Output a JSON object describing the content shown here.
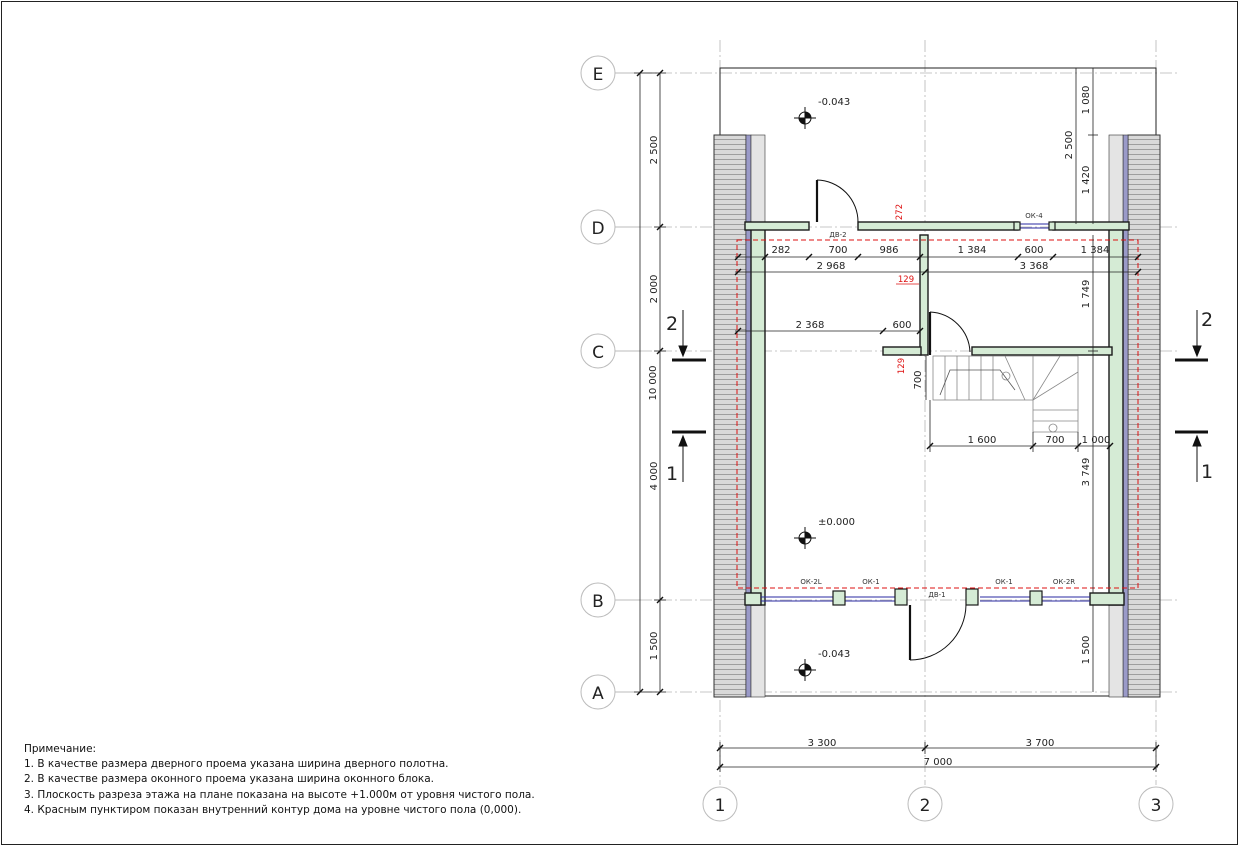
{
  "grid": {
    "rows": [
      "E",
      "D",
      "C",
      "B",
      "A"
    ],
    "columns": [
      "1",
      "2",
      "3"
    ]
  },
  "levels": {
    "top": "-0.043",
    "middle": "±0.000",
    "bottom": "-0.043"
  },
  "sections": {
    "left_top": "2",
    "left_bottom": "1",
    "right_top": "2",
    "right_bottom": "1"
  },
  "openings": {
    "door_top": "ДВ-2",
    "door_bottom": "ДВ-1",
    "window_top": "ОК-4",
    "window_b1": "ОК-2L",
    "window_b2": "ОК-1",
    "window_b3": "ОК-1",
    "window_b4": "ОК-2R"
  },
  "dims": {
    "left_total": "10 000",
    "left_e_d": "2 500",
    "left_d_c": "2 000",
    "left_c_b": "4 000",
    "left_b_a": "1 500",
    "right_1080": "1 080",
    "right_2500": "2 500",
    "right_1420": "1 420",
    "right_1749": "1 749",
    "right_3749": "3 749",
    "right_1500": "1 500",
    "row1_282": "282",
    "row1_700": "700",
    "row1_986": "986",
    "row1_1384a": "1 384",
    "row1_600": "600",
    "row1_1384b": "1 384",
    "row2_2968": "2 968",
    "row2_3368": "3 368",
    "mid_2368": "2 368",
    "mid_600": "600",
    "stair_700": "700",
    "stair_1600": "1 600",
    "stair_700b": "700",
    "stair_1000": "1 000",
    "bottom_3300": "3 300",
    "bottom_3700": "3 700",
    "bottom_total": "7 000",
    "red_272": "272",
    "red_129a": "129",
    "red_129b": "129"
  },
  "notes": {
    "title": "Примечание:",
    "items": [
      "1. В качестве размера дверного проема указана ширина дверного полотна.",
      "2. В качестве размера оконного проема указана ширина оконного блока.",
      "3. Плоскость разреза этажа на плане показана на высоте +1.000м от уровня чистого пола.",
      "4. Красным пунктиром показан внутренний контур дома на уровне чистого пола (0,000)."
    ]
  },
  "colors": {
    "wall_fill": "#d5ebd5",
    "outline": "#1a1a1a",
    "grid_line": "#aaaaaa",
    "red_dim": "#dd1111",
    "window_blue": "#2a2aa0"
  }
}
